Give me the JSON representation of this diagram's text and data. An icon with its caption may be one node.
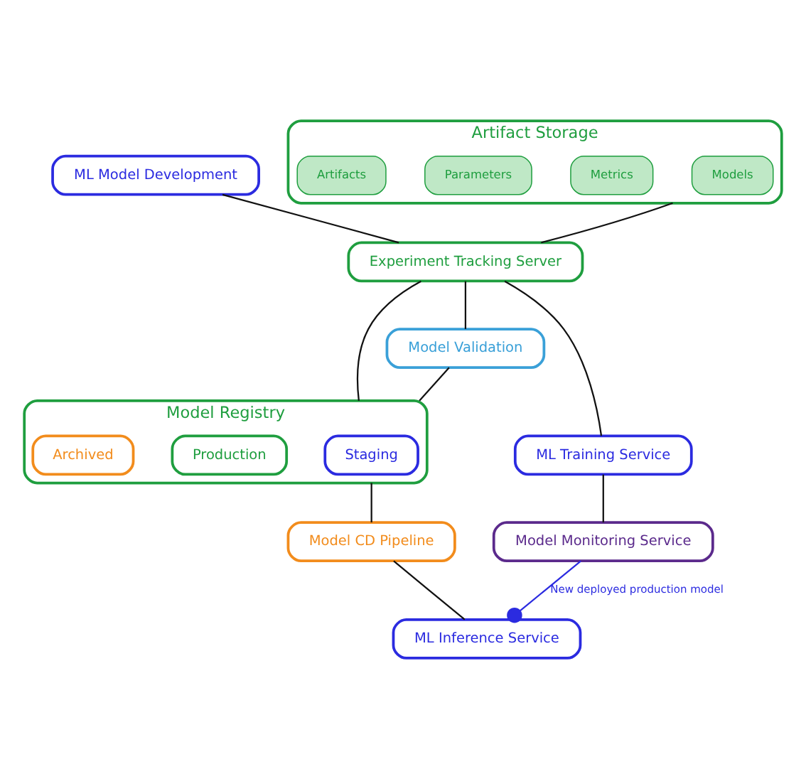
{
  "diagram": {
    "nodes": [
      {
        "text": [
          "ML Model Development"
        ]
      },
      {
        "text": [
          "Artifact Storage"
        ]
      },
      {
        "text": [
          "Models"
        ],
        "in": 1
      },
      {
        "text": [
          "Metrics"
        ],
        "in": 1
      },
      {
        "text": [
          "Parameters"
        ],
        "in": 1
      },
      {
        "text": [
          "Artifacts"
        ],
        "in": 1
      },
      {
        "text": [
          "Experiment Tracking Server"
        ]
      },
      {
        "text": [
          "Model Registry"
        ]
      },
      {
        "text": [
          "Staging"
        ],
        "in": 7
      },
      {
        "text": [
          "Production"
        ],
        "in": 7
      },
      {
        "text": [
          "Archived"
        ],
        "in": 7
      },
      {
        "text": [
          "Model Validation"
        ]
      },
      {
        "text": [
          "ML Training Service"
        ]
      },
      {
        "text": [
          "Model CD Pipeline"
        ]
      },
      {
        "text": [
          "Model Monitoring Service"
        ]
      },
      {
        "text": [
          "ML Inference Service"
        ]
      }
    ],
    "edges": [
      {
        "from": 0,
        "to": 6,
        "arrow": "none"
      },
      {
        "from": 1,
        "to": 6,
        "arrow": "none"
      },
      {
        "from": 6,
        "to": 7,
        "arrow": "none"
      },
      {
        "from": 6,
        "to": 11,
        "arrow": "none"
      },
      {
        "from": 11,
        "to": 7,
        "arrow": "none"
      },
      {
        "from": 6,
        "to": 12,
        "arrow": "none"
      },
      {
        "from": 12,
        "to": 14,
        "arrow": "none"
      },
      {
        "from": 7,
        "to": 13,
        "arrow": "none"
      },
      {
        "from": 13,
        "to": 15,
        "arrow": "none"
      },
      {
        "from": 14,
        "to": 15,
        "arrow": "other",
        "label": "New deployed production model",
        "color": "#2b2be0"
      }
    ]
  }
}
